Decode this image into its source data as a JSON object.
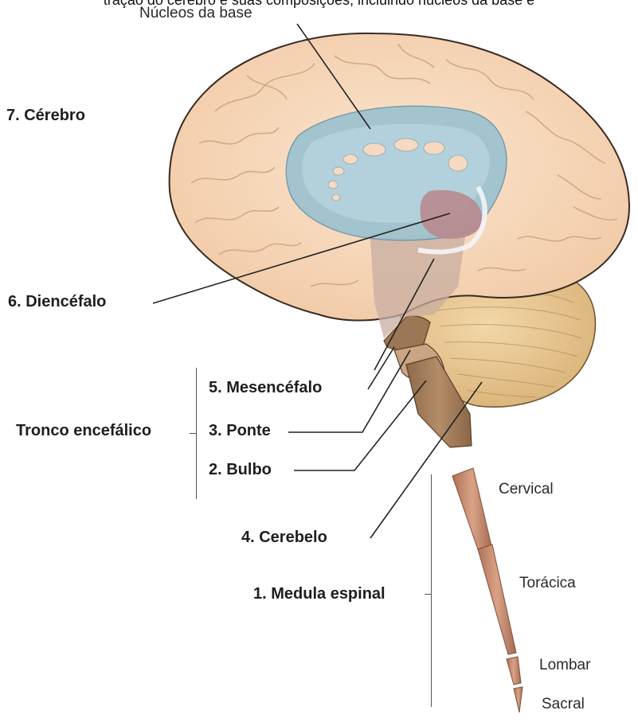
{
  "caption": "tração do cérebro e suas composições, incluindo núcleos da base e",
  "labels": {
    "nucleos": "Núcleos da base",
    "cerebro": "7. Cérebro",
    "diencefalo": "6. Diencéfalo",
    "mesencefalo": "5. Mesencéfalo",
    "ponte": "3. Ponte",
    "bulbo": "2. Bulbo",
    "tronco": "Tronco encefálico",
    "cerebelo": "4. Cerebelo",
    "medula": "1. Medula espinal",
    "cervical": "Cervical",
    "toracica": "Torácica",
    "lombar": "Lombar",
    "sacral": "Sacral"
  },
  "colors": {
    "cerebrum": "#f7d9bd",
    "cerebrum_outline": "#3a2a22",
    "gyri": "#dcb69a",
    "basal_ganglia": "#9cc2d0",
    "diencephalon": "#b88a8e",
    "cerebellum": "#e6c48c",
    "brainstem": "#a98460",
    "spinal_cord": "#c78d70",
    "leader_line": "#222222"
  }
}
